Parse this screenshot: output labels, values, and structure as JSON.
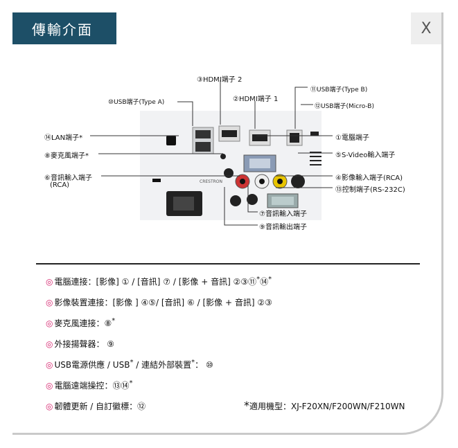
{
  "header": {
    "title": "傳輸介面",
    "close_label": "X"
  },
  "callouts": {
    "hdmi2": "③HDMI端子 2",
    "hdmi1": "②HDMI端子 1",
    "usb_typeb": "⑪USB端子(Type B)",
    "usb_typea": "⑩USB端子(Type A)",
    "usb_micro": "⑫USB端子(Micro-B)",
    "lan": "⑭LAN端子*",
    "computer": "①電腦端子",
    "mic": "⑧麥克風端子*",
    "svideo": "⑤S-Video輸入端子",
    "audio_in_rca_1": "⑥音訊輸入端子",
    "audio_in_rca_2": "(RCA)",
    "video_in_rca": "④影像輸入端子(RCA)",
    "control": "⑬控制端子(RS-232C)",
    "audio_in": "⑦音訊輸入端子",
    "audio_out": "⑨音訊輸出端子"
  },
  "legend": [
    {
      "bullet": "◎",
      "text": "電腦連接：[影像] ① / [音訊] ⑦ / [影像 + 音訊] ②③⑪",
      "tail": "⑭",
      "star": "*"
    },
    {
      "bullet": "◎",
      "text": "影像裝置連接：[影像 ] ④⑤/ [音訊] ⑥ / [影像 + 音訊] ②③",
      "tail": "",
      "star": ""
    },
    {
      "bullet": "◎",
      "text": "麥克風連接：⑧",
      "tail": "",
      "star": "*"
    },
    {
      "bullet": "◎",
      "text": "外接揚聲器： ⑨",
      "tail": "",
      "star": ""
    },
    {
      "bullet": "◎",
      "text": "USB電源供應 / USB",
      "tail": "連結外部裝置",
      "star": "*"
    },
    {
      "bullet": "◎",
      "text": "電腦遠端操控：⑬⑭",
      "tail": "",
      "star": "*"
    },
    {
      "bullet": "◎",
      "text": "韌體更新 / 自訂徽標：⑫",
      "tail": "",
      "star": ""
    }
  ],
  "legend_extra": {
    "usb_suffix": "： ⑩",
    "first_star_mid": "*"
  },
  "note": {
    "star": "*",
    "text": "適用機型：XJ-F20XN/F200WN/F210WN"
  },
  "device": {
    "brand": "CRESTRON"
  }
}
